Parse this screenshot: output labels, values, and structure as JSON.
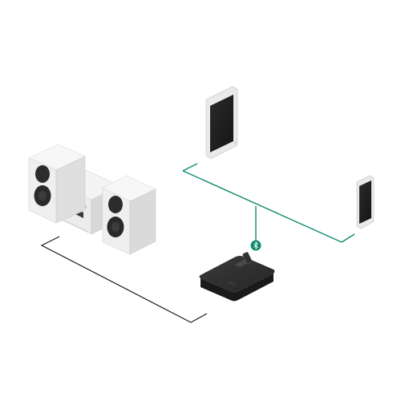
{
  "diagram": {
    "connection_colors": {
      "wireless": "#0e8a6e",
      "wired": "#1c1c1c"
    },
    "nodes": [
      {
        "id": "stereo-system",
        "icon": "speaker-stereo-icon"
      },
      {
        "id": "tablet",
        "icon": "tablet-icon"
      },
      {
        "id": "smartphone",
        "icon": "smartphone-icon"
      },
      {
        "id": "bluetooth-receiver",
        "icon": "bluetooth-receiver-icon"
      }
    ],
    "badge": {
      "icon": "bluetooth-icon",
      "color": "#0e8a6e"
    }
  }
}
